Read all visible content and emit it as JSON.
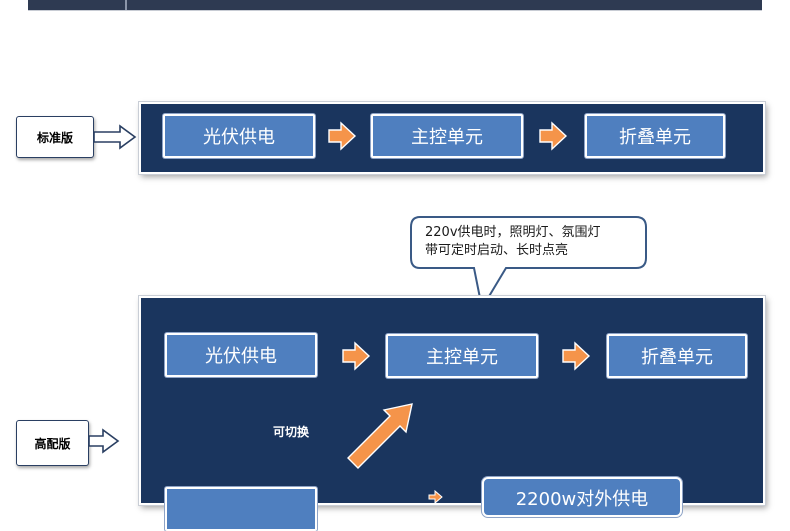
{
  "colors": {
    "panel": "#1a355e",
    "box": "#4f7fbf",
    "arrow": "#f5944a",
    "outline_arrow": "#2a3f62"
  },
  "standard": {
    "tag": "标准版",
    "steps": [
      "光伏供电",
      "主控单元",
      "折叠单元"
    ]
  },
  "premium": {
    "tag": "高配版",
    "steps": [
      "光伏供电",
      "主控单元",
      "折叠单元"
    ],
    "switch_label": "可切换",
    "grid_supply": "2200w对外供电",
    "callout": {
      "line1": "220v供电时，照明灯、氛围灯",
      "line2": "带可定时启动、长时点亮"
    }
  },
  "icons": [
    "orange-right-arrow-icon",
    "outline-right-arrow-icon",
    "orange-diagonal-arrow-icon"
  ]
}
